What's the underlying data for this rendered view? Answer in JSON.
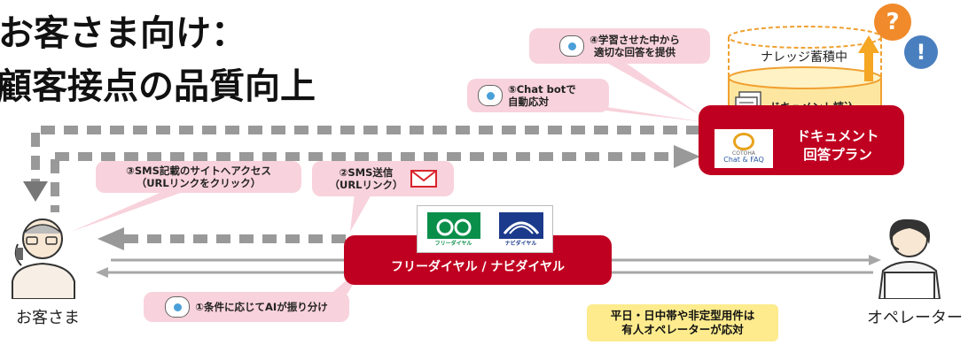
{
  "title": {
    "line1": "お客さま向け：",
    "line2": "顧客接点の品質向上"
  },
  "bubbles": {
    "step4_line1": "④学習させた中から",
    "step4_line2": "適切な回答を提供",
    "step5_line1": "⑤Chat botで",
    "step5_line2": "自動応対",
    "step3_line1": "③SMS記載のサイトへアクセス",
    "step3_line2": "（URLリンクをクリック）",
    "step2_line1": "②SMS送信",
    "step2_line2": "（URLリンク）",
    "step1": "①条件に応じてAIが振り分け"
  },
  "knowledge": {
    "label": "ナレッジ蓄積中",
    "doc_label": "ドキュメント読込",
    "question_mark": "?",
    "exclaim_mark": "!"
  },
  "plan_box": {
    "line1": "ドキュメント",
    "line2": "回答プラン",
    "logo_line1": "COTOHA",
    "logo_line2": "Chat & FAQ"
  },
  "dial_box": {
    "label": "フリーダイヤル / ナビダイヤル",
    "free_dial_text": "フリーダイヤル",
    "navi_dial_text": "ナビダイヤル"
  },
  "people": {
    "customer": "お客さま",
    "operator": "オペレーター"
  },
  "operator_note": {
    "line1": "平日・日中帯や非定型用件は",
    "line2": "有人オペレーターが応対"
  },
  "colors": {
    "accent_red": "#c00020",
    "bubble_pink": "#f8d2dc",
    "note_yellow": "#fdeb8d",
    "arrow_gray": "#999999",
    "knowledge_orange": "#f0a030"
  }
}
